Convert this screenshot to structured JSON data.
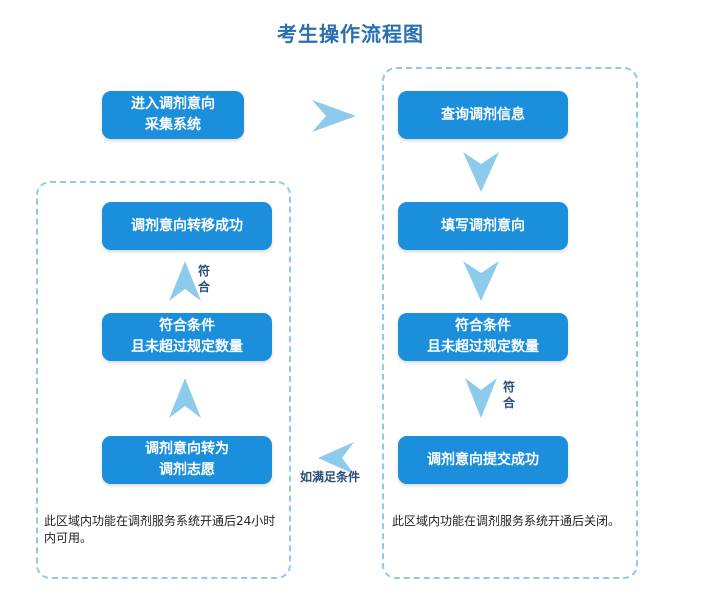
{
  "title": "考生操作流程图",
  "right_steps": [
    {
      "line1": "查询调剂信息",
      "line2": ""
    },
    {
      "line1": "填写调剂意向",
      "line2": ""
    },
    {
      "line1": "符合条件",
      "line2": "且未超过规定数量"
    },
    {
      "line1": "调剂意向提交成功",
      "line2": ""
    }
  ],
  "left_steps": [
    {
      "line1": "调剂意向转移成功",
      "line2": ""
    },
    {
      "line1": "符合条件",
      "line2": "且未超过规定数量"
    },
    {
      "line1": "调剂意向转为",
      "line2": "调剂志愿"
    }
  ],
  "entry_step": {
    "line1": "进入调剂意向",
    "line2": "采集系统"
  },
  "labels": {
    "right_fuhe_1": "符",
    "right_fuhe_2": "合",
    "left_fuhe_1": "符",
    "left_fuhe_2": "合",
    "condition": "如满足条件"
  },
  "notes": {
    "left": "此区域内功能在调剂服务系统开通后24小时内可用。",
    "right": "此区域内功能在调剂服务系统开通后关闭。"
  },
  "colors": {
    "box": "#1b8fdc",
    "arrow": "#8ccbeb",
    "border": "#8fc9e8",
    "title": "#2a6fb1"
  }
}
